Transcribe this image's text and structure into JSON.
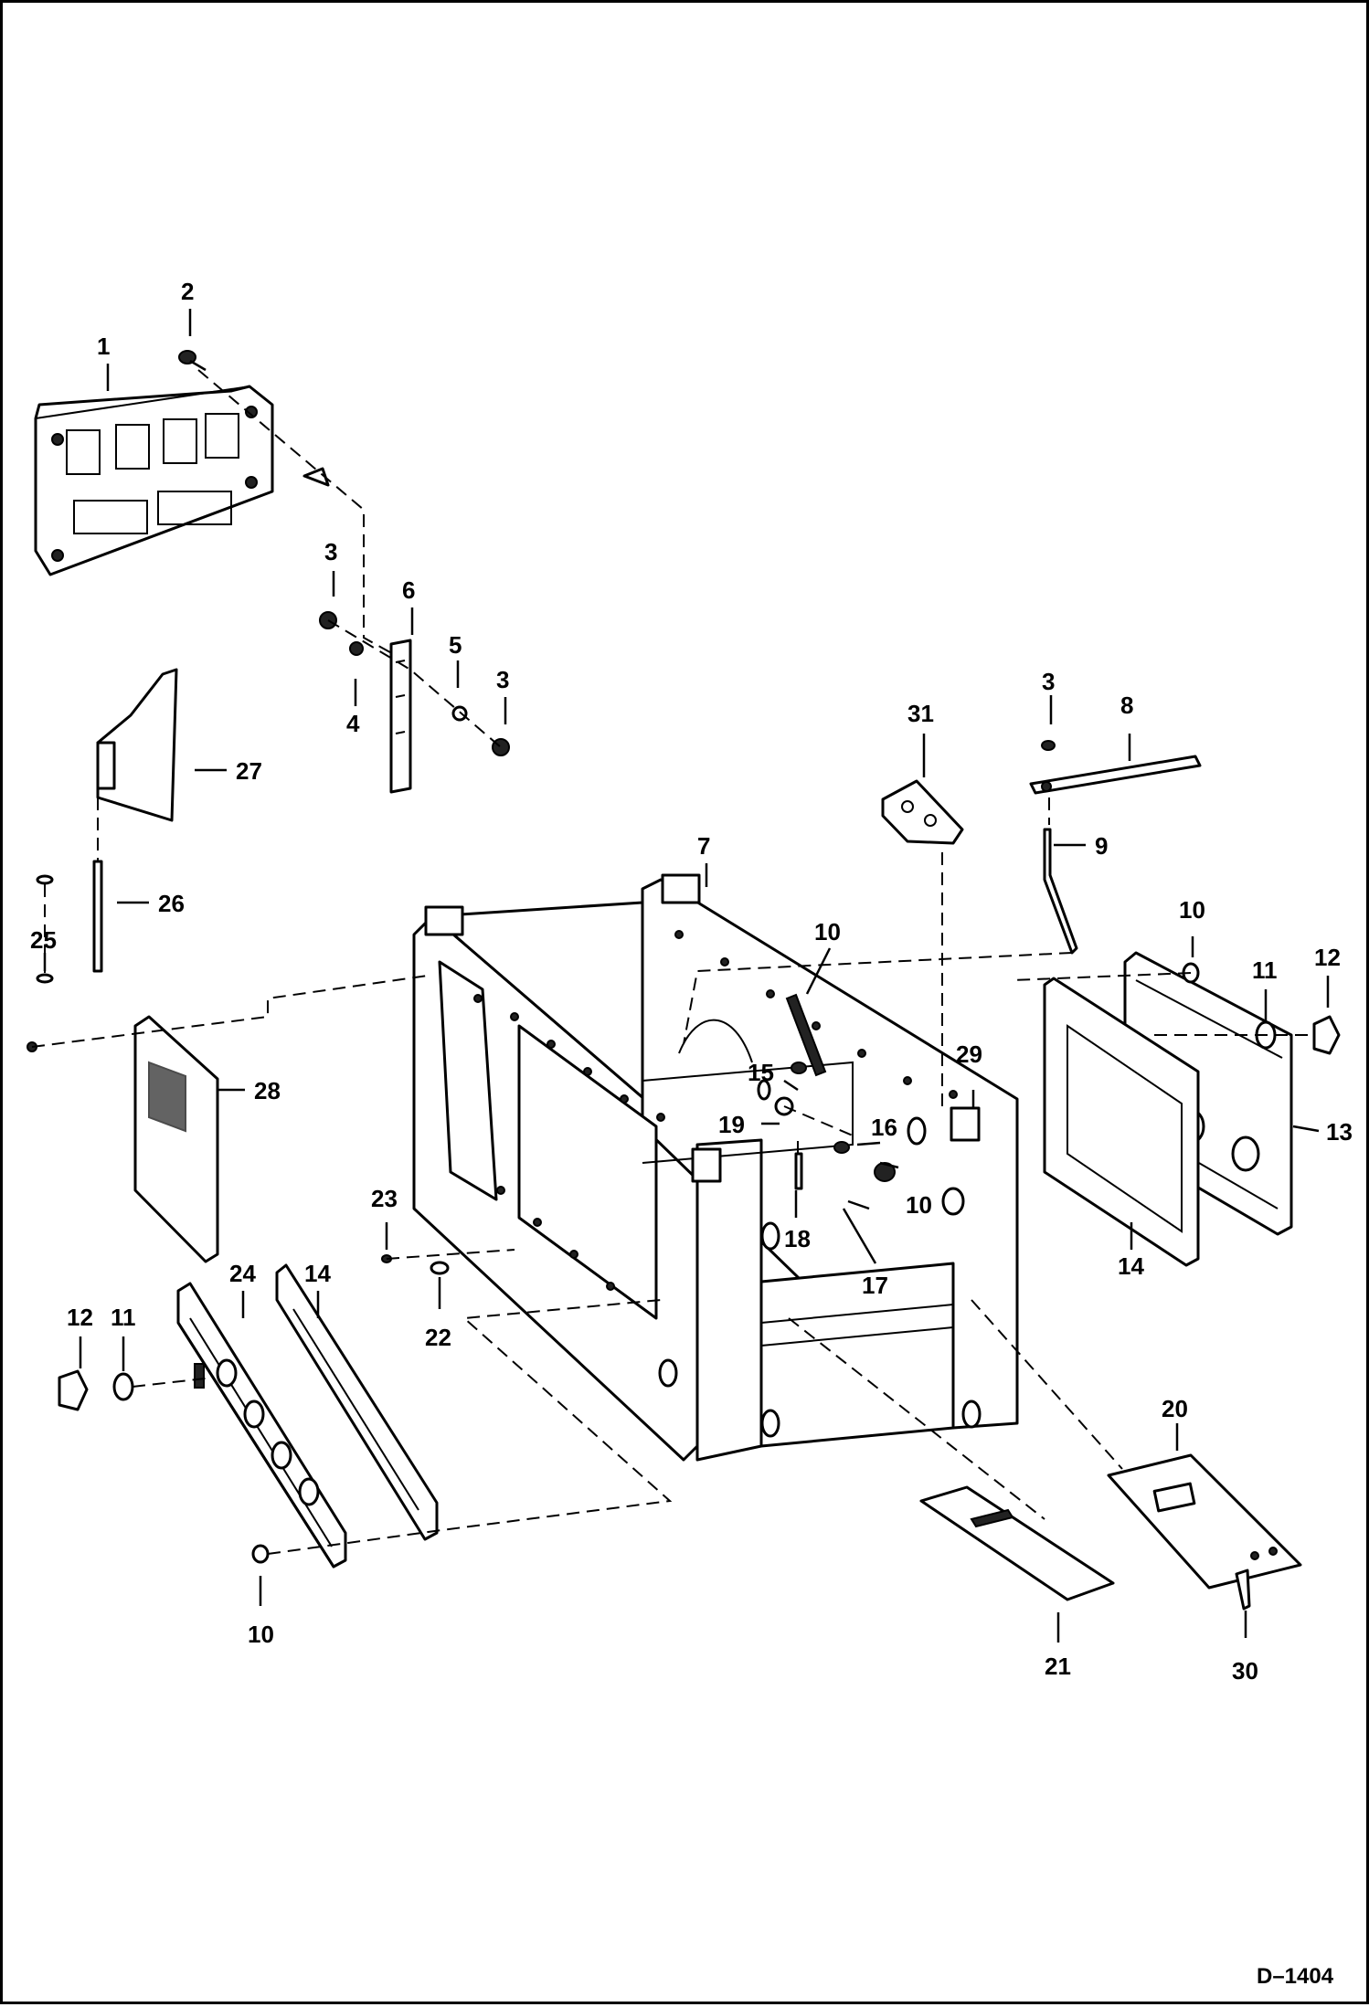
{
  "figure": {
    "drawing_code": "D–1404",
    "callouts": [
      "1",
      "2",
      "3",
      "3",
      "3",
      "4",
      "5",
      "6",
      "7",
      "8",
      "9",
      "10",
      "10",
      "10",
      "10",
      "11",
      "11",
      "12",
      "12",
      "13",
      "14",
      "14",
      "15",
      "16",
      "17",
      "18",
      "19",
      "20",
      "21",
      "22",
      "23",
      "24",
      "25",
      "26",
      "27",
      "28",
      "29",
      "30",
      "31"
    ]
  }
}
